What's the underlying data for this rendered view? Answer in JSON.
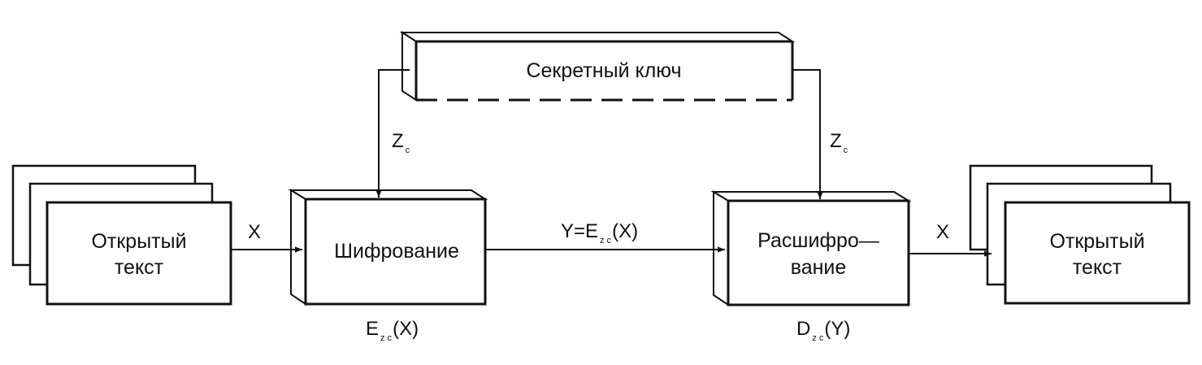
{
  "diagram": {
    "nodes": {
      "secret_key": "Секретный ключ",
      "plaintext_in": [
        "Открытый",
        "текст"
      ],
      "encryption": "Шифрование",
      "decryption": [
        "Расшифро—",
        "вание"
      ],
      "plaintext_out": [
        "Открытый",
        "текст"
      ]
    },
    "edges": {
      "x_in": "X",
      "x_out": "X",
      "key_to_encryption": {
        "main": "Z",
        "sub": "c"
      },
      "key_to_decryption": {
        "main": "Z",
        "sub": "c"
      },
      "ciphertext": {
        "prefix": "Y=E",
        "sub": "z c",
        "suffix": "(X)"
      }
    },
    "captions": {
      "encryption_function": {
        "main": "E",
        "sub": "z c",
        "suffix": "(X)"
      },
      "decryption_function": {
        "main": "D",
        "sub": "z c",
        "suffix": "(Y)"
      }
    }
  }
}
